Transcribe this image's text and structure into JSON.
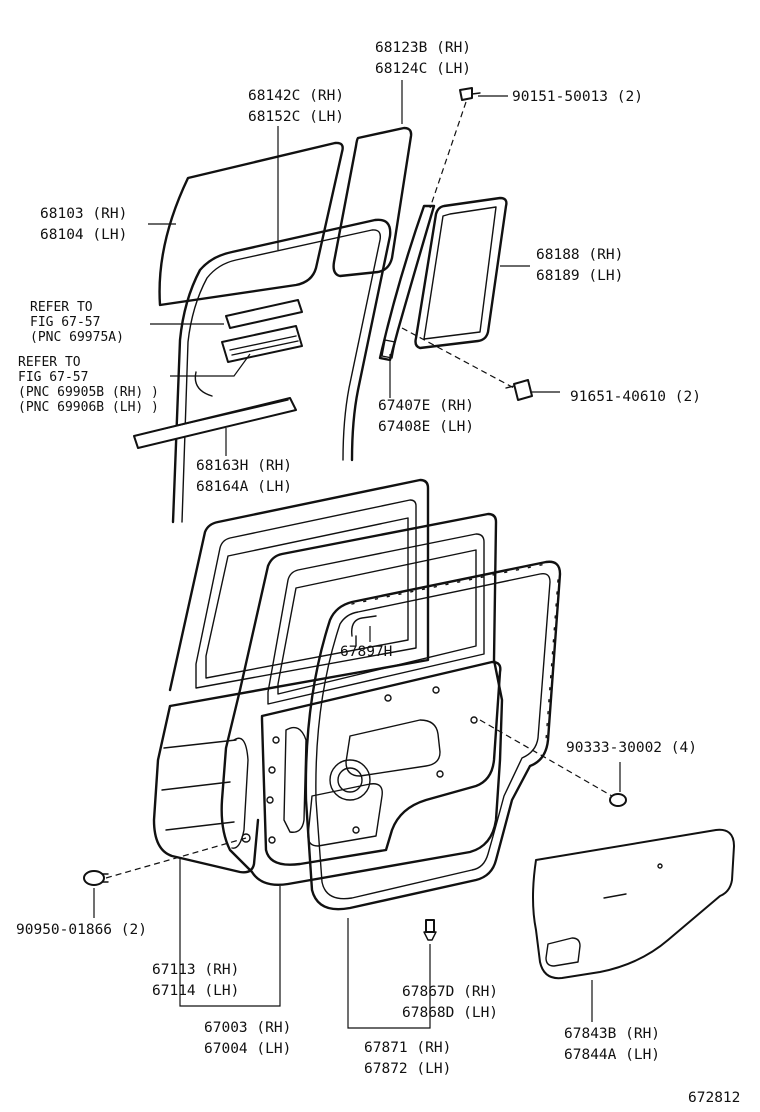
{
  "labels": {
    "p68123b": "68123B (RH)",
    "p68124c": "68124C (LH)",
    "p90151": "90151-50013 (2)",
    "p68142c": "68142C (RH)",
    "p68152c": "68152C (LH)",
    "p68103": "68103 (RH)",
    "p68104": "68104 (LH)",
    "p68188": "68188 (RH)",
    "p68189": "68189 (LH)",
    "refer1_line1": "REFER TO",
    "refer1_line2": "FIG 67-57",
    "refer1_line3": "(PNC 69975A)",
    "refer2_line1": "REFER TO",
    "refer2_line2": "FIG 67-57",
    "refer2_line3": "(PNC 69905B (RH) )",
    "refer2_line4": "(PNC 69906B (LH) )",
    "p67407e": "67407E (RH)",
    "p67408e": "67408E (LH)",
    "p91651": "91651-40610 (2)",
    "p68163h": "68163H (RH)",
    "p68164a": "68164A (LH)",
    "p67897h": "67897H",
    "p90333": "90333-30002 (4)",
    "p90950": "90950-01866 (2)",
    "p67113": "67113 (RH)",
    "p67114": "67114 (LH)",
    "p67003": "67003 (RH)",
    "p67004": "67004 (LH)",
    "p67867d": "67867D (RH)",
    "p67868d": "67868D (LH)",
    "p67871": "67871 (RH)",
    "p67872": "67872 (LH)",
    "p67843b": "67843B (RH)",
    "p67844a": "67844A (LH)",
    "figure_number": "672812"
  }
}
